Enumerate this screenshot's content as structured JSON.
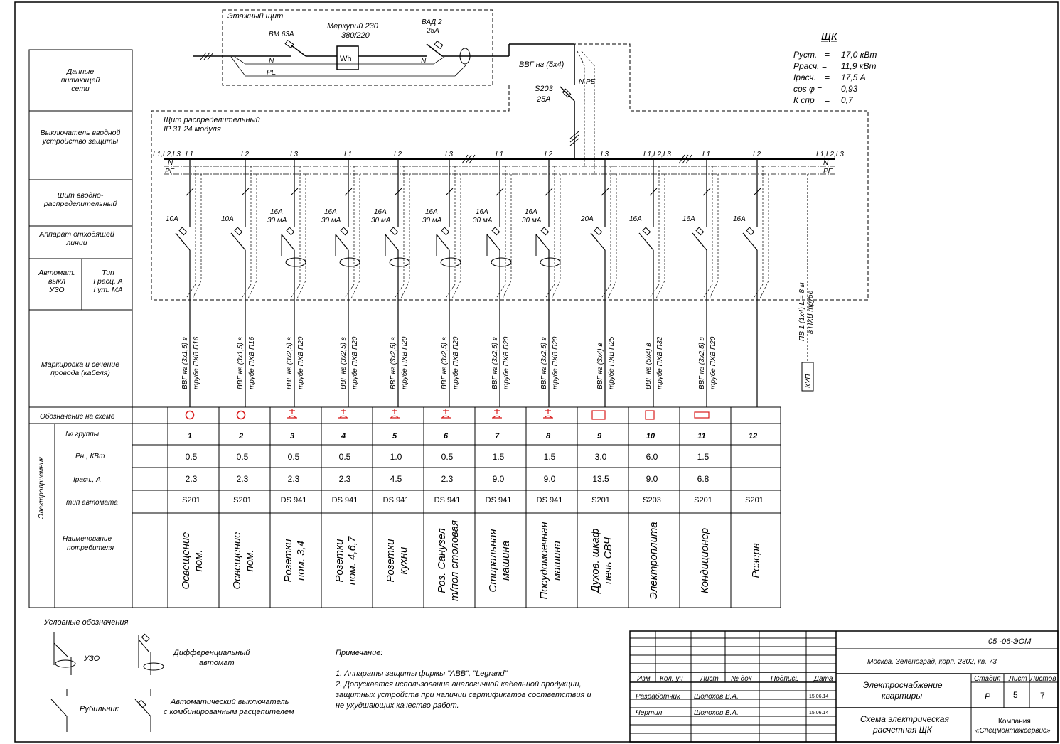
{
  "floor_panel": {
    "title": "Этажный щит",
    "breaker": "ВМ 63А",
    "meter_name": "Меркурий 230",
    "meter_voltage": "380/220",
    "meter_symbol": "Wh",
    "vad_name": "ВАД 2",
    "vad_current": "25А",
    "n_label": "N",
    "pe_label": "PE"
  },
  "feeder": {
    "cable": "ВВГ нг  (5х4)",
    "n_pe": "N PE",
    "input_breaker_name": "S203",
    "input_breaker_current": "25А"
  },
  "shk": {
    "title": "ЩК",
    "params": [
      {
        "name": "Руст.",
        "eq": "=",
        "value": "17,0 кВт"
      },
      {
        "name": "Ррасч. =",
        "eq": "",
        "value": "11,9  кВт"
      },
      {
        "name": "Iрасч.",
        "eq": "=",
        "value": "17,5  А"
      },
      {
        "name": "cos  φ =",
        "eq": "",
        "value": "0,93"
      },
      {
        "name": "К спр",
        "eq": "=",
        "value": "0,7"
      }
    ]
  },
  "dist_panel": {
    "title": "Щит распределительный",
    "subtitle": "IP  31      24 модуля",
    "bus_left": "L1,L2,L3",
    "bus_right": "L1,L2,L3",
    "n_label": "N",
    "pe_label": "PE"
  },
  "left_headers": [
    "Данные питающей сети",
    "Выключатель вводной устройство защиты",
    "Шит вводно-распределительный",
    "Аппарат отходящей линии",
    "Автомат. выкл УЗО",
    "Тип I расц. А I ут. МА",
    "Маркировка и сечение провода (кабеля)",
    "Обозначение на схеме",
    "Электроприемник"
  ],
  "row_labels": {
    "group_no": "№  группы",
    "power": "Рн., КВт",
    "current": "Iрасч., А",
    "breaker_type": "тип   автомата",
    "consumer": "Наименование потребителя"
  },
  "groups": [
    {
      "phase": "L1",
      "rating": "10А",
      "uzo": "",
      "rcd": false,
      "cable1": "ВВГ нг (3х1,5) в",
      "cable2": "трубе ПХВ  П16",
      "symbol": "circle",
      "no": "1",
      "power": "0.5",
      "current": "2.3",
      "type": "S201",
      "name1": "Освещение",
      "name2": "пом."
    },
    {
      "phase": "L2",
      "rating": "10А",
      "uzo": "",
      "rcd": false,
      "cable1": "ВВГ нг (3х1,5) в",
      "cable2": "трубе ПХВ  П16",
      "symbol": "circle",
      "no": "2",
      "power": "0.5",
      "current": "2.3",
      "type": "S201",
      "name1": "Освещение",
      "name2": "пом."
    },
    {
      "phase": "L3",
      "rating": "16А",
      "uzo": "30 мА",
      "rcd": true,
      "cable1": "ВВГ нг (3х2,5) в",
      "cable2": "трубе ПХВ  П20",
      "symbol": "socket",
      "no": "3",
      "power": "0.5",
      "current": "2.3",
      "type": "DS 941",
      "name1": "Розетки",
      "name2": "пом. 3,4"
    },
    {
      "phase": "L1",
      "rating": "16А",
      "uzo": "30 мА",
      "rcd": true,
      "cable1": "ВВГ нг (3х2,5) в",
      "cable2": "трубе ПХВ  П20",
      "symbol": "socket",
      "no": "4",
      "power": "0.5",
      "current": "2.3",
      "type": "DS 941",
      "name1": "Розетки",
      "name2": "пом. 4,6,7"
    },
    {
      "phase": "L2",
      "rating": "16А",
      "uzo": "30 мА",
      "rcd": true,
      "cable1": "ВВГ нг (3х2,5) в",
      "cable2": "трубе ПХВ  П20",
      "symbol": "socket",
      "no": "5",
      "power": "1.0",
      "current": "4.5",
      "type": "DS 941",
      "name1": "Розетки",
      "name2": "кухни"
    },
    {
      "phase": "L3",
      "rating": "16А",
      "uzo": "30 мА",
      "rcd": true,
      "cable1": "ВВГ нг (3х2,5) в",
      "cable2": "трубе ПХВ  П20",
      "symbol": "socket",
      "no": "6",
      "power": "0.5",
      "current": "2.3",
      "type": "DS 941",
      "name1": "Роз. Санузел",
      "name2": "т/пол столовая"
    },
    {
      "phase": "L1",
      "rating": "16А",
      "uzo": "30 мА",
      "rcd": true,
      "cable1": "ВВГ нг (3х2,5) в",
      "cable2": "трубе ПХВ  П20",
      "symbol": "socket",
      "no": "7",
      "power": "1.5",
      "current": "9.0",
      "type": "DS 941",
      "name1": "Стиральная",
      "name2": "машина"
    },
    {
      "phase": "L2",
      "rating": "16А",
      "uzo": "30 мА",
      "rcd": true,
      "cable1": "ВВГ нг (3х2,5) в",
      "cable2": "трубе ПХВ  П20",
      "symbol": "socket",
      "no": "8",
      "power": "1.5",
      "current": "9.0",
      "type": "DS 941",
      "name1": "Посудомоечная",
      "name2": "машина"
    },
    {
      "phase": "L3",
      "rating": "20А",
      "uzo": "",
      "rcd": false,
      "cable1": "ВВГ нг (3х4) в",
      "cable2": "трубе ПХВ  П25",
      "symbol": "rect",
      "no": "9",
      "power": "3.0",
      "current": "13.5",
      "type": "S201",
      "name1": "Духов. шкаф",
      "name2": "печь СВЧ"
    },
    {
      "phase": "L1,L2,L3",
      "rating": "16А",
      "uzo": "",
      "rcd": false,
      "cable1": "ВВГ нг (5х4) в",
      "cable2": "трубе ПХВ  П32",
      "symbol": "square",
      "no": "10",
      "power": "6.0",
      "current": "9.0",
      "type": "S203",
      "name1": "Электроплита",
      "name2": ""
    },
    {
      "phase": "L1",
      "rating": "16А",
      "uzo": "",
      "rcd": false,
      "cable1": "ВВГ нг (3х2,5) в",
      "cable2": "трубе ПХВ  П20",
      "symbol": "wide",
      "no": "11",
      "power": "1.5",
      "current": "6.8",
      "type": "S201",
      "name1": "Кондиционер",
      "name2": ""
    },
    {
      "phase": "L2",
      "rating": "16А",
      "uzo": "",
      "rcd": false,
      "cable1": "",
      "cable2": "",
      "symbol": "none",
      "no": "12",
      "power": "",
      "current": "",
      "type": "S201",
      "name1": "Резерв",
      "name2": ""
    }
  ],
  "kup": {
    "label": "КУП",
    "cable1": "ПВ 1  (1х4)   L = 8 м",
    "cable2": "в  ПХВ  трубе"
  },
  "legend": {
    "title": "Условные  обозначения",
    "uzo": "УЗО",
    "diff": "Дифференциальный автомат",
    "switch": "Рубильник",
    "auto": "Автоматический  выключатель с комбинированным расцепителем"
  },
  "notes": {
    "title": "Примечание:",
    "lines": [
      "1. Аппараты защиты фирмы \"АВВ\", \"Legrand\"",
      "2. Допускается использование аналогичной кабельной продукции,",
      "  защитных устройств при наличии сертификатов соответствия    и",
      "не  ухудшающих качество работ."
    ]
  },
  "stamp": {
    "doc_code": "05 -06-ЭОМ",
    "address": "Москва, Зеленоград, корп. 2302,   кв. 73",
    "col_heads": [
      "Изм",
      "Кол. уч",
      "Лист",
      "№ док",
      "Подпись",
      "Дата"
    ],
    "developer_role": "Разработчик",
    "developer_name": "Шолохов В.А.",
    "developer_date": "15.06.14",
    "drawer_role": "Чертил",
    "drawer_name": "Шолохов В.А.",
    "drawer_date": "15.06.14",
    "project": "Электроснабжение квартиры",
    "stage_head": "Стадия",
    "sheet_head": "Лист",
    "sheets_head": "Листов",
    "stage": "Р",
    "sheet": "5",
    "sheets": "7",
    "drawing": "Схема электрическая расчетная  ЩК",
    "company": "Компания «Спецмонтажсервис»"
  }
}
